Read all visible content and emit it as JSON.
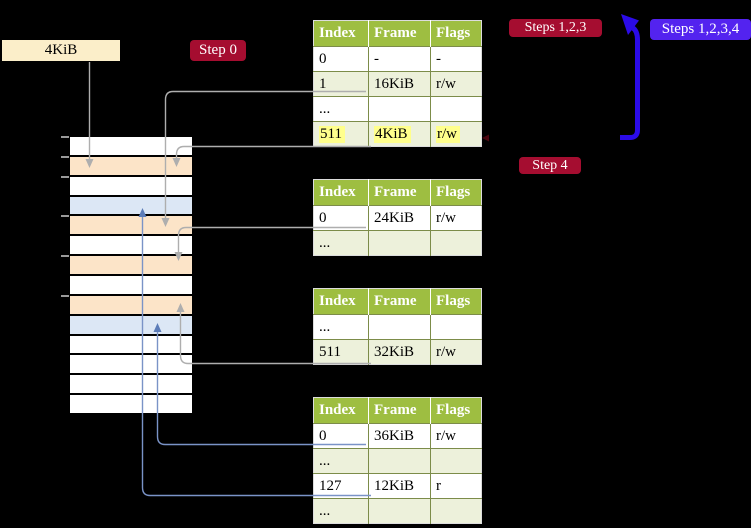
{
  "memory": {
    "block_label": "4KiB",
    "rows": [
      "white",
      "peach",
      "white",
      "blue",
      "peach",
      "white",
      "peach",
      "white",
      "peach",
      "blue",
      "white",
      "white",
      "white",
      "white"
    ],
    "ticks": [
      1,
      2,
      3,
      5,
      7,
      9
    ]
  },
  "badges": {
    "step0": "Step 0",
    "steps123": "Steps 1,2,3",
    "steps1234": "Steps 1,2,3,4",
    "step4": "Step 4"
  },
  "tables": [
    {
      "name": "page-table-1",
      "headers": [
        "Index",
        "Frame",
        "Flags"
      ],
      "rows": [
        {
          "index": "0",
          "frame": "-",
          "flags": "-",
          "shaded": false,
          "highlight": false
        },
        {
          "index": "1",
          "frame": "16KiB",
          "flags": "r/w",
          "shaded": true,
          "highlight": false
        },
        {
          "index": "...",
          "frame": "",
          "flags": "",
          "shaded": false,
          "highlight": false
        },
        {
          "index": "511",
          "frame": "4KiB",
          "flags": "r/w",
          "shaded": true,
          "highlight": true
        }
      ]
    },
    {
      "name": "page-table-2",
      "headers": [
        "Index",
        "Frame",
        "Flags"
      ],
      "rows": [
        {
          "index": "0",
          "frame": "24KiB",
          "flags": "r/w",
          "shaded": false,
          "highlight": false
        },
        {
          "index": "...",
          "frame": "",
          "flags": "",
          "shaded": true,
          "highlight": false
        }
      ]
    },
    {
      "name": "page-table-3",
      "headers": [
        "Index",
        "Frame",
        "Flags"
      ],
      "rows": [
        {
          "index": "...",
          "frame": "",
          "flags": "",
          "shaded": false,
          "highlight": false
        },
        {
          "index": "511",
          "frame": "32KiB",
          "flags": "r/w",
          "shaded": true,
          "highlight": false
        }
      ]
    },
    {
      "name": "page-table-4",
      "headers": [
        "Index",
        "Frame",
        "Flags"
      ],
      "rows": [
        {
          "index": "0",
          "frame": "36KiB",
          "flags": "r/w",
          "shaded": false,
          "highlight": false
        },
        {
          "index": "...",
          "frame": "",
          "flags": "",
          "shaded": true,
          "highlight": false
        },
        {
          "index": "127",
          "frame": "12KiB",
          "flags": "r",
          "shaded": false,
          "highlight": false
        },
        {
          "index": "...",
          "frame": "",
          "flags": "",
          "shaded": true,
          "highlight": false
        }
      ]
    }
  ],
  "colors": {
    "background": "#000000",
    "crimson_badge": "#A50D30",
    "purple_badge": "#5323EF",
    "big_arrow_blue": "#2B0BE8",
    "table_header_green": "#9EBE41",
    "table_row_green": "#EDF1DB",
    "highlight_yellow": "#FFFF8C",
    "memory_peach": "#FCE4C8",
    "memory_blue": "#DCE7F5",
    "memory_white": "#FFFFFF",
    "block_label_bg": "#FBEEC9",
    "gray_arrow": "#AEAEAE",
    "blue_arrow": "#7A93C7",
    "blue_arrow_head": "#5C7CB8",
    "tick_gray": "#9A9A9A",
    "marker_dark": "#4A050F"
  }
}
